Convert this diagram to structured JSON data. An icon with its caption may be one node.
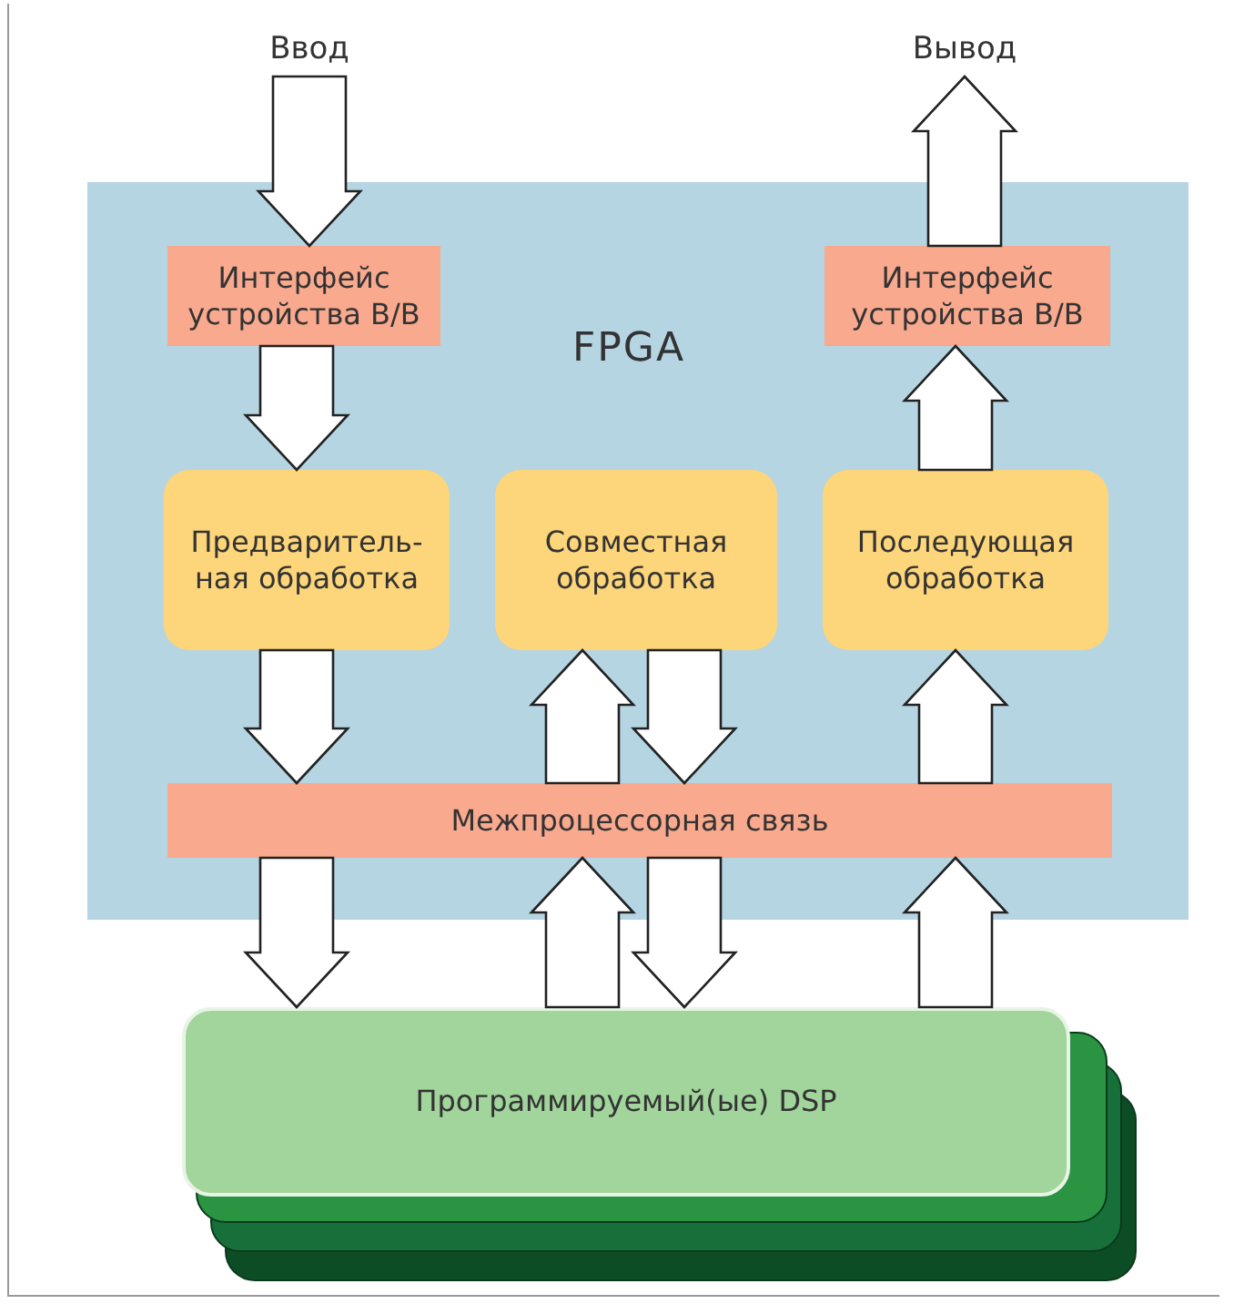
{
  "diagram": {
    "nodes": [
      {
        "text": [
          "FPGA"
        ]
      },
      {
        "text": [
          "Интерфейс устройства В/В"
        ],
        "in": 0
      },
      {
        "text": [
          "Интерфейс устройства В/В"
        ],
        "in": 0
      },
      {
        "text": [
          "Предваритель- ная обработка"
        ],
        "in": 0
      },
      {
        "text": [
          "Совместная обработка"
        ],
        "in": 0
      },
      {
        "text": [
          "Последующая обработка"
        ],
        "in": 0
      },
      {
        "text": [
          "Межпроцессорная связь"
        ],
        "in": 0
      },
      {
        "text": [
          "Программируемый(ые) DSP"
        ]
      },
      {
        "text": [
          "Ввод"
        ]
      },
      {
        "text": [
          "Вывод"
        ]
      }
    ],
    "edges": [
      {
        "from": 8,
        "to": 1,
        "arrow": "to"
      },
      {
        "from": 1,
        "to": 3,
        "arrow": "to"
      },
      {
        "from": 3,
        "to": 6,
        "arrow": "to"
      },
      {
        "from": 6,
        "to": 7,
        "arrow": "to"
      },
      {
        "from": 6,
        "to": 4,
        "arrow": "to"
      },
      {
        "from": 4,
        "to": 6,
        "arrow": "to"
      },
      {
        "from": 7,
        "to": 6,
        "arrow": "to"
      },
      {
        "from": 6,
        "to": 7,
        "arrow": "to"
      },
      {
        "from": 7,
        "to": 6,
        "arrow": "to"
      },
      {
        "from": 6,
        "to": 5,
        "arrow": "to"
      },
      {
        "from": 5,
        "to": 2,
        "arrow": "to"
      },
      {
        "from": 2,
        "to": 9,
        "arrow": "to"
      }
    ]
  }
}
